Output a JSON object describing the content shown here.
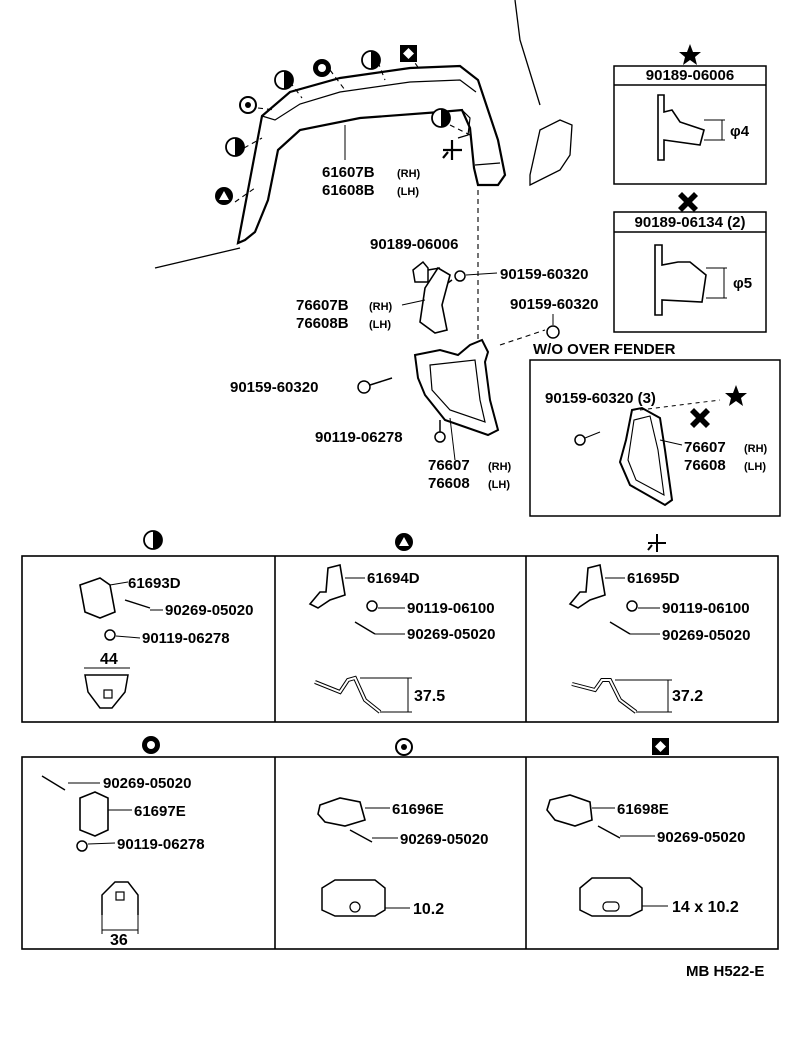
{
  "top": {
    "fender_rh": "61607B",
    "fender_lh": "61608B",
    "rh": "(RH)",
    "lh": "(LH)",
    "clip_a": "90189-06006",
    "screw_a": "90159-60320",
    "bracket_rh": "76607B",
    "bracket_lh": "76608B",
    "screw_b": "90159-60320",
    "screw_c": "90159-60320",
    "bolt": "90119-06278",
    "mudguard_rh": "76607",
    "mudguard_lh": "76608"
  },
  "inset_star": {
    "part": "90189-06006",
    "dim": "φ4"
  },
  "inset_cross": {
    "part": "90189-06134 (2)",
    "dim": "φ5"
  },
  "wo_fender": {
    "title": "W/O OVER  FENDER",
    "screw": "90159-60320 (3)",
    "part_rh": "76607",
    "part_lh": "76608",
    "rh": "(RH)",
    "lh": "(LH)"
  },
  "cells": [
    {
      "symbol": "half-circle",
      "items": [
        "61693D",
        "90269-05020",
        "90119-06278"
      ],
      "dim": "44"
    },
    {
      "symbol": "triangle",
      "items": [
        "61694D",
        "90119-06100",
        "90269-05020"
      ],
      "dim": "37.5"
    },
    {
      "symbol": "propeller",
      "items": [
        "61695D",
        "90119-06100",
        "90269-05020"
      ],
      "dim": "37.2"
    },
    {
      "symbol": "ring",
      "items": [
        "90269-05020",
        "61697E",
        "90119-06278"
      ],
      "dim": "36"
    },
    {
      "symbol": "dot",
      "items": [
        "61696E",
        "90269-05020"
      ],
      "dim": "10.2"
    },
    {
      "symbol": "diamond",
      "items": [
        "61698E",
        "90269-05020"
      ],
      "dim": "14 x 10.2"
    }
  ],
  "footer": "MB  H522-E"
}
